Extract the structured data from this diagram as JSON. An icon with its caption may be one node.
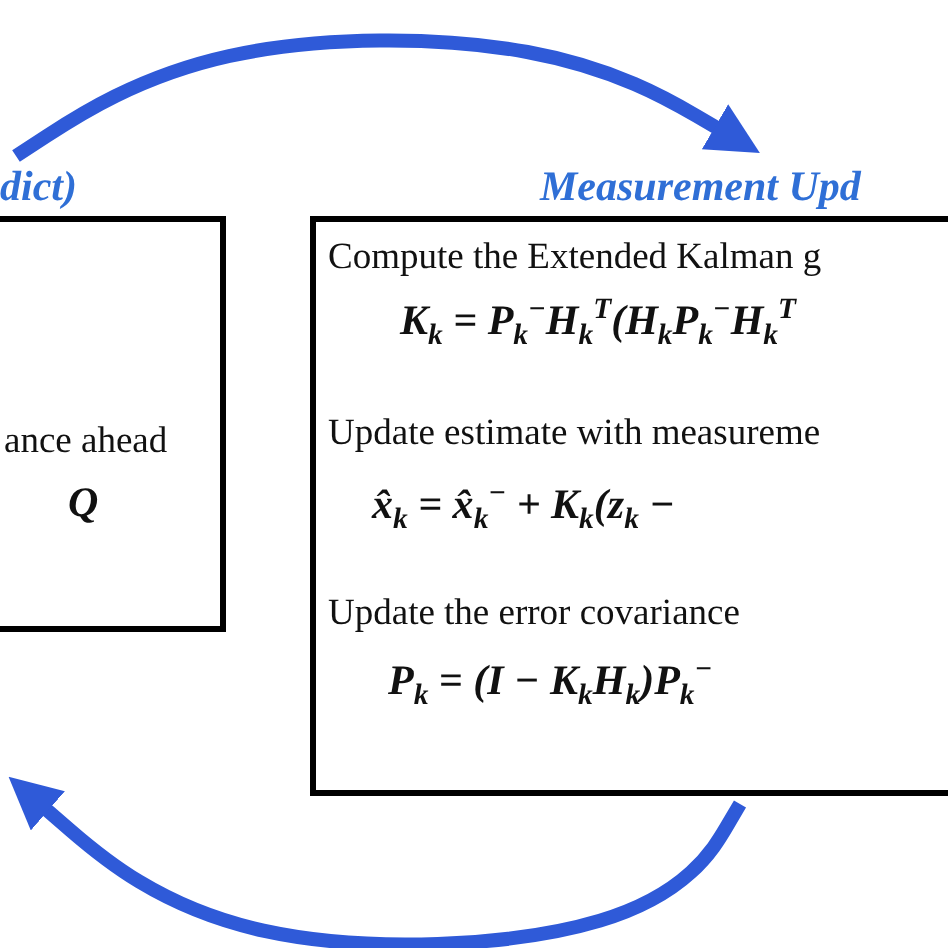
{
  "diagram": {
    "nodes": [
      {
        "text": [
          "dict)",
          "ance ahead",
          "Q"
        ]
      },
      {
        "text": [
          "Measurement Upd",
          "Compute the Extended Kalman g",
          "K$_{k}$ = P$_{k}$$^{−}$H$_{k}$$^{T}$(H$_{k}$P$_{k}$$^{−}$H$_{k}$$^{T}$",
          "Update estimate with measureme",
          "x̂$_{k}$ = x̂$_{k}$$^{−}$ + K$_{k}$(z$_{k}$ −",
          "Update the error covariance",
          "P$_{k}$ = (I − K$_{k}$H$_{k}$)P$_{k}$$^{−}$"
        ]
      }
    ],
    "edges": [
      {
        "from": 0,
        "to": 1,
        "arrow": "to"
      },
      {
        "from": 1,
        "to": 0,
        "arrow": "to"
      }
    ]
  }
}
